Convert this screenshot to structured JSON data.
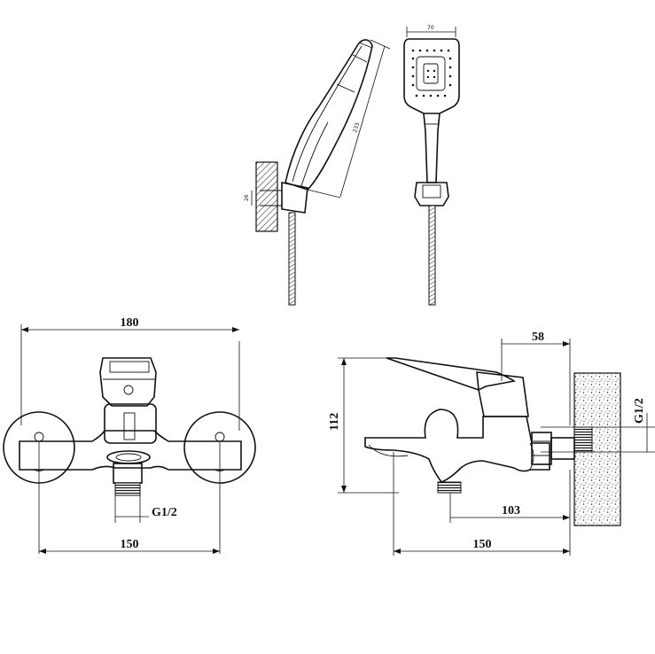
{
  "drawing": {
    "head_width": "70",
    "head_length": "233",
    "holder_spacing": "26",
    "front_width": "180",
    "front_center": "150",
    "front_thread": "G1/2",
    "side_height": "112",
    "side_offset": "58",
    "side_thread": "G1/2",
    "side_outlet": "103",
    "side_center": "150"
  },
  "colors": {
    "line": "#111111",
    "background": "#ffffff"
  }
}
